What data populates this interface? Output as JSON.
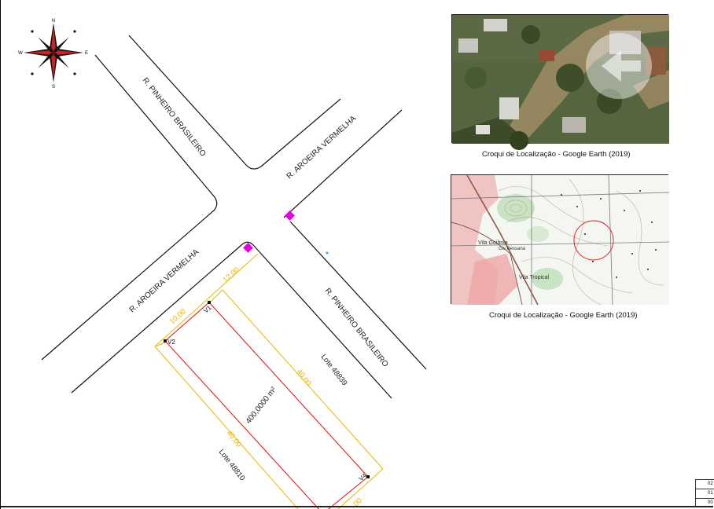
{
  "compass": {
    "north": "N",
    "south": "S",
    "east": "E",
    "west": "W"
  },
  "streets": {
    "pinheiro_top": "R. PINHEIRO BRASILEIRO",
    "aroeira_top": "R. AROEIRA VERMELHA",
    "aroeira_bottom": "R. AROEIRA VERMELHA",
    "pinheiro_bottom": "R. PINHEIRO BRASILEIRO"
  },
  "lot": {
    "area": "400,0000 m²",
    "front_dim": "12,00",
    "side_dim_short": "10,00",
    "side_dim_right": "40,00",
    "side_dim_left": "40,00",
    "bottom_dim": "00",
    "vertices": {
      "v1": "V1",
      "v2": "V2",
      "v4": "V4"
    }
  },
  "neighbors": {
    "right": "Lote 48839",
    "left": "Lote 48810"
  },
  "satellite_map": {
    "caption": "Croqui de Localização - Google Earth (2019)"
  },
  "topo_map": {
    "caption": "Croqui de Localização - Google Earth (2019)",
    "labels": [
      "Vila Goiânia",
      "Gis Bessana",
      "Vila Tropical"
    ]
  },
  "title_block": {
    "rows": [
      "02",
      "01",
      "00"
    ]
  },
  "colors": {
    "lot_outline": "#e02020",
    "dimension": "#e8b800",
    "marker": "#e000e0",
    "compass_red": "#cc2222"
  }
}
